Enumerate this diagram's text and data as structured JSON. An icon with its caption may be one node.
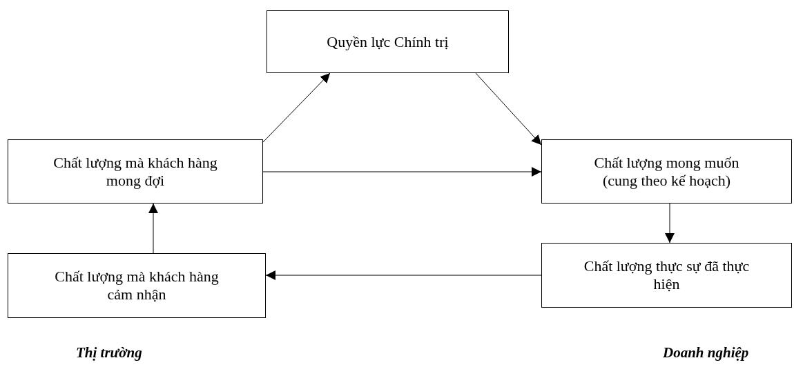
{
  "diagram": {
    "nodes": [
      {
        "text": [
          "Quyền lực Chính trị"
        ]
      },
      {
        "text": [
          "Chất lượng mà khách hàng mong đợi"
        ]
      },
      {
        "text": [
          "Chất lượng mong muốn (cung theo kế hoạch)"
        ]
      },
      {
        "text": [
          "Chất lượng mà khách hàng cảm nhận"
        ]
      },
      {
        "text": [
          "Chất lượng thực sự đã thực hiện"
        ]
      }
    ],
    "edges": [
      {
        "from": 1,
        "to": 0,
        "arrow": "to"
      },
      {
        "from": 0,
        "to": 2,
        "arrow": "to"
      },
      {
        "from": 1,
        "to": 2,
        "arrow": "to"
      },
      {
        "from": 2,
        "to": 4,
        "arrow": "to"
      },
      {
        "from": 4,
        "to": 3,
        "arrow": "to"
      },
      {
        "from": 3,
        "to": 1,
        "arrow": "to"
      }
    ],
    "labels": [
      "Thị trường",
      "Doanh nghiệp"
    ]
  }
}
